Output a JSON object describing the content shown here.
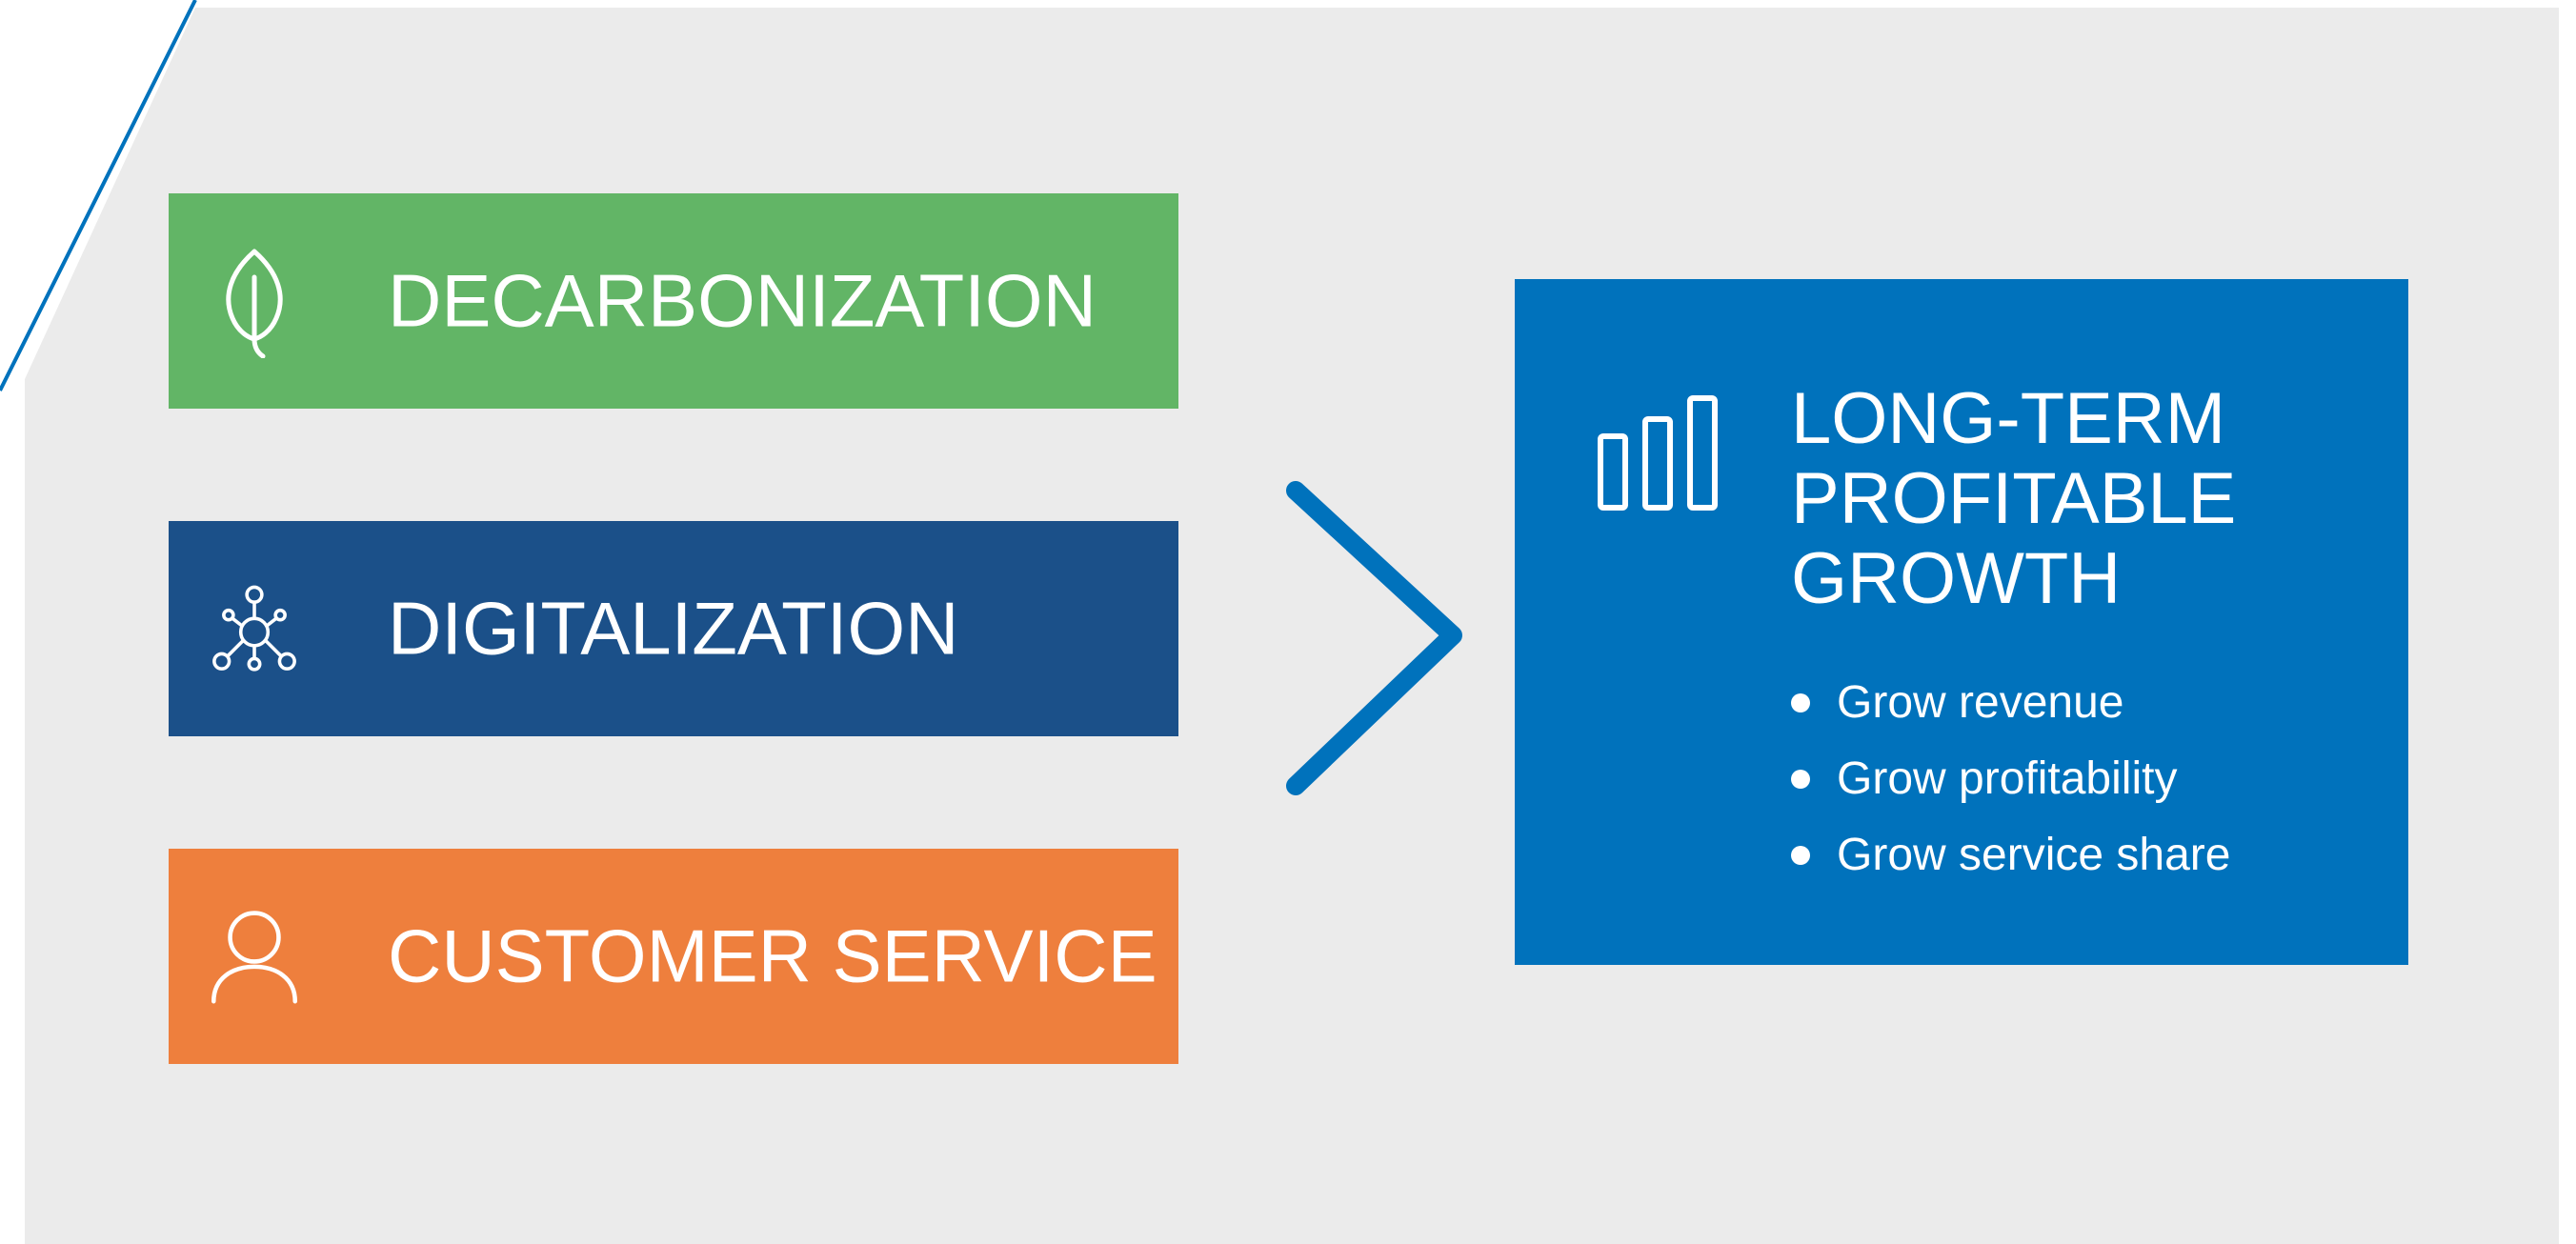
{
  "colors": {
    "background_panel": "#EBEBEB",
    "border_line": "#0072BC",
    "decarbonization": "#62B566",
    "digitalization": "#1B5089",
    "customer_service": "#EE7F3D",
    "outcome": "#0072BC",
    "arrow": "#0072BC",
    "text": "#FFFFFF"
  },
  "pillars": [
    {
      "label": "DECARBONIZATION",
      "icon": "leaf-icon"
    },
    {
      "label": "DIGITALIZATION",
      "icon": "network-hub-icon"
    },
    {
      "label": "CUSTOMER SERVICE",
      "icon": "person-icon"
    }
  ],
  "arrow_icon": "chevron-right-icon",
  "outcome": {
    "icon": "bar-chart-icon",
    "title_lines": [
      "LONG-TERM",
      "PROFITABLE",
      "GROWTH"
    ],
    "bullets": [
      "Grow revenue",
      "Grow profitability",
      "Grow service share"
    ]
  }
}
